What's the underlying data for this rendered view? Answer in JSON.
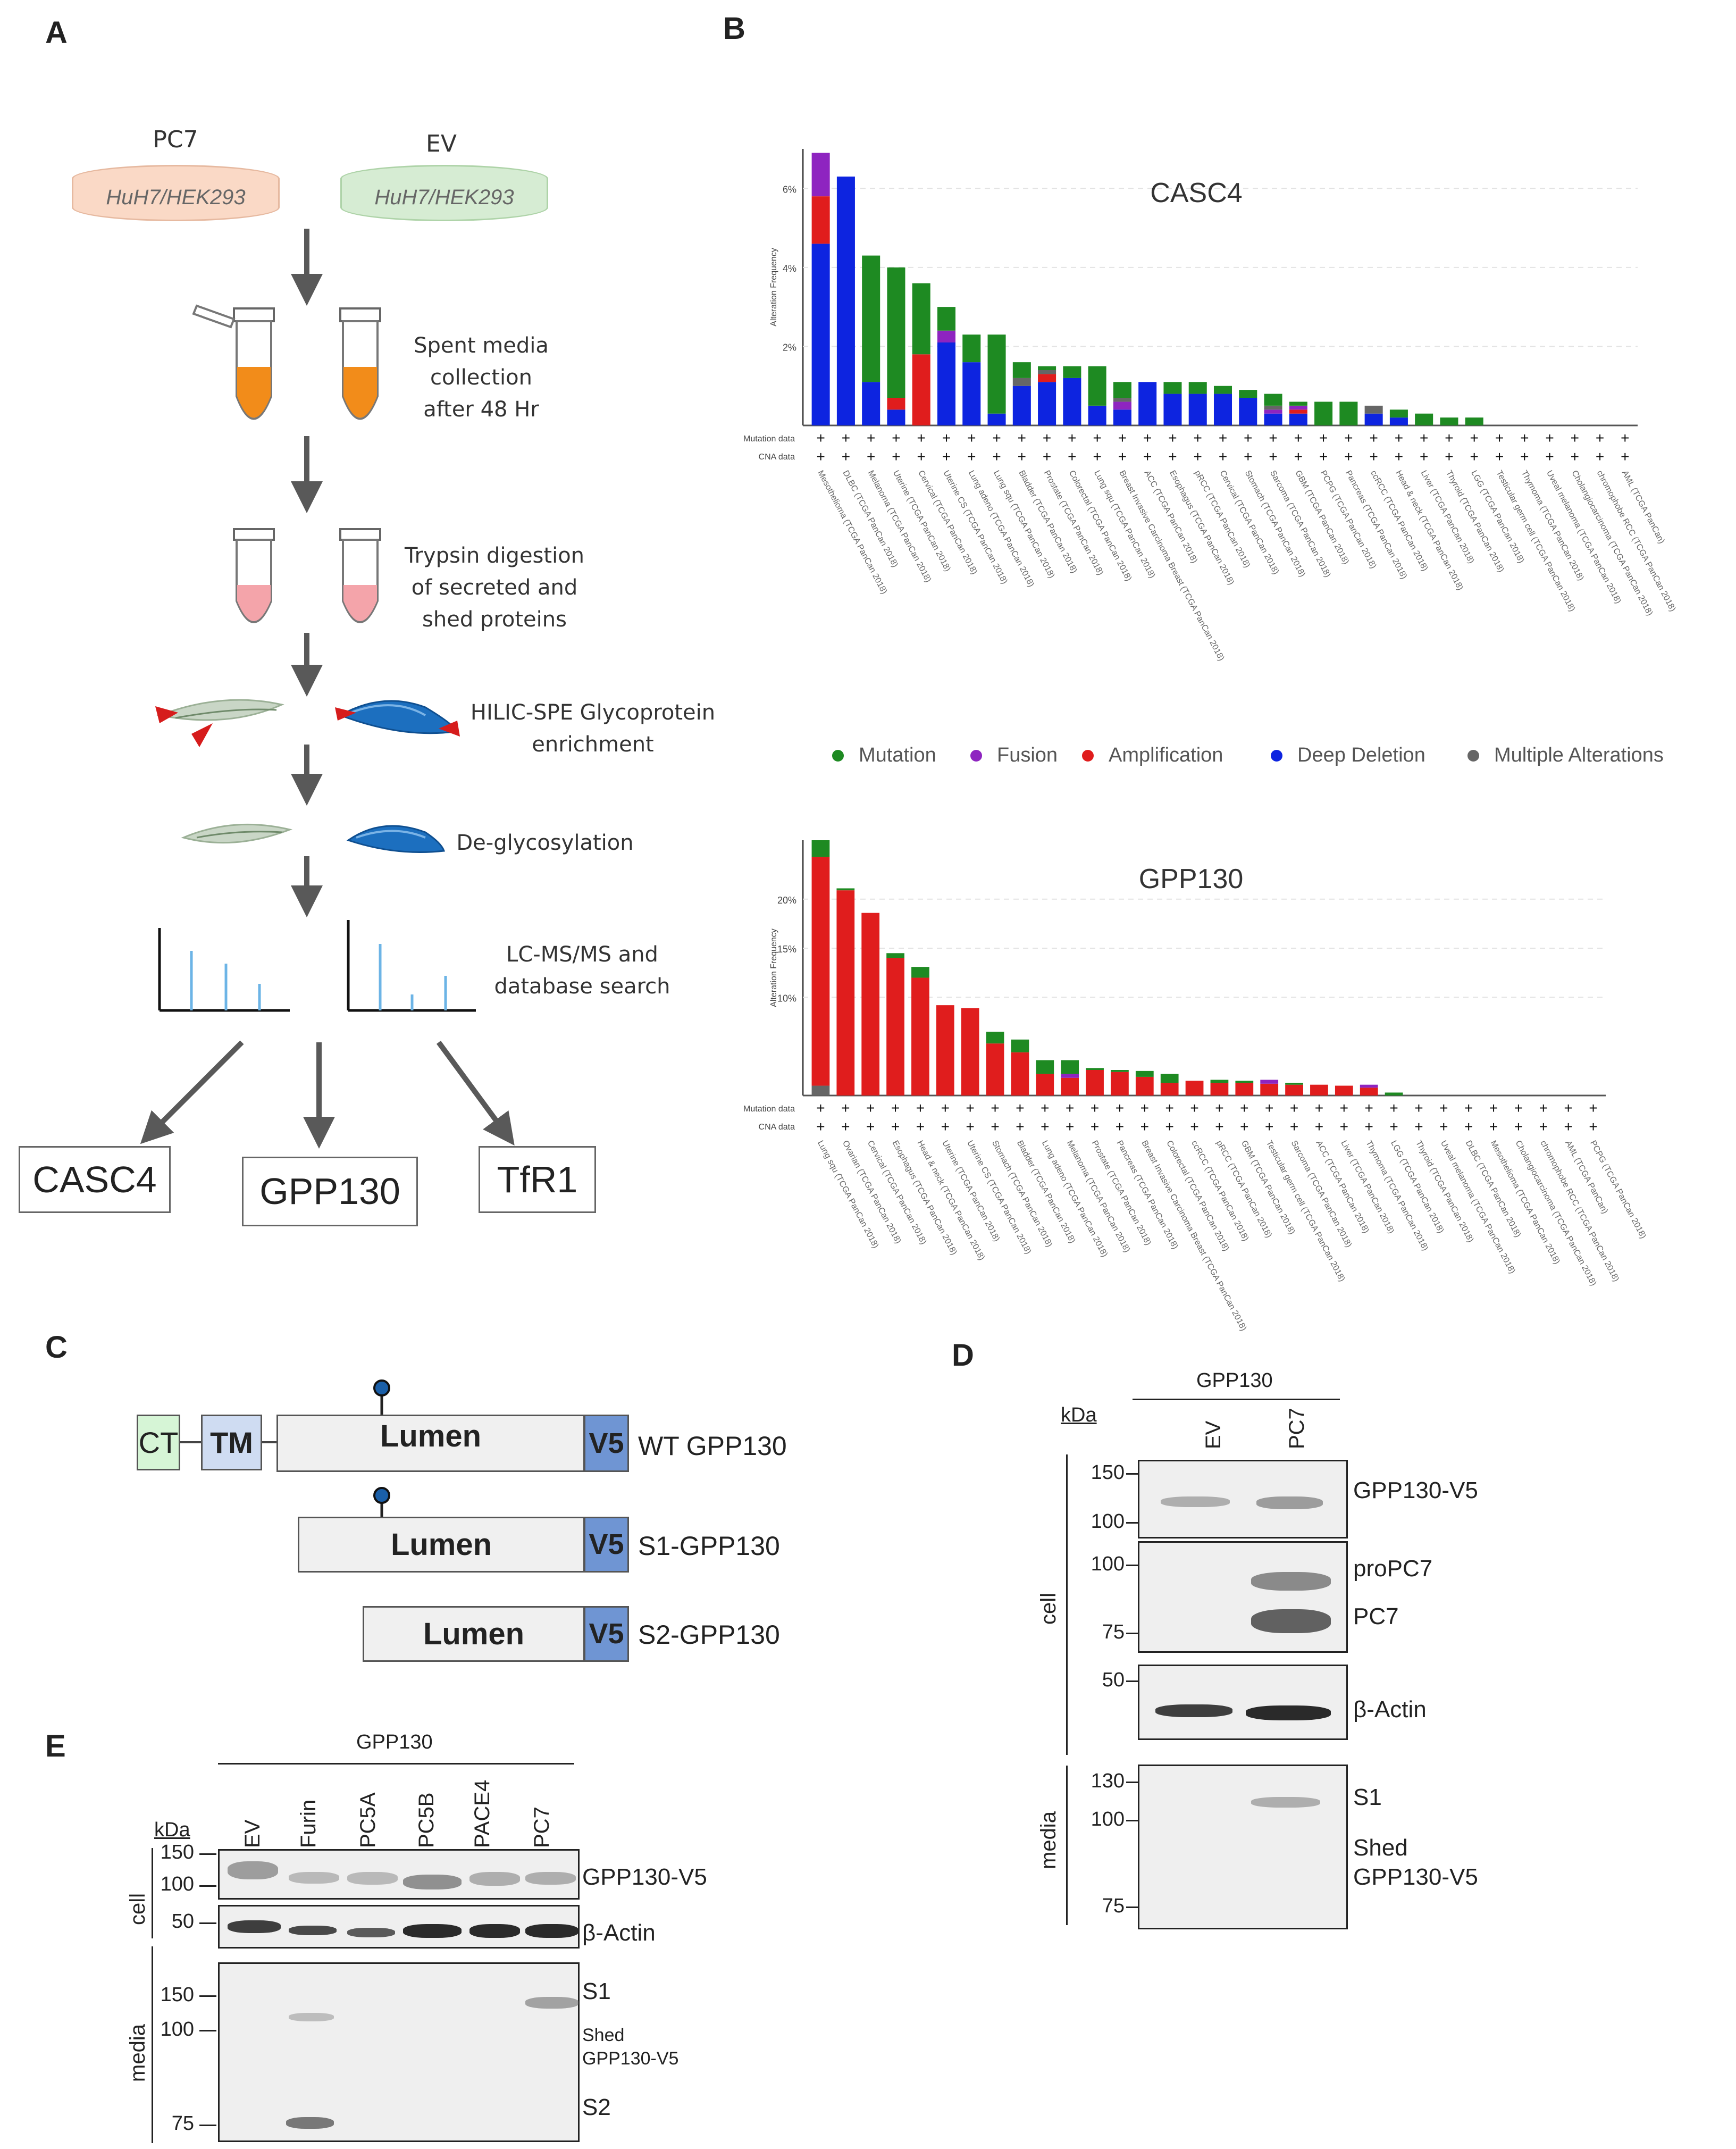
{
  "panels": {
    "a": "A",
    "b": "B",
    "c": "C",
    "d": "D",
    "e": "E"
  },
  "panelA": {
    "sample1": "PC7",
    "sample2": "EV",
    "dish_label": "HuH7/HEK293",
    "step1": [
      "Spent media",
      "collection",
      "after 48 Hr"
    ],
    "step2": [
      "Trypsin digestion",
      "of secreted and",
      "shed proteins"
    ],
    "step3": [
      "HILIC-SPE Glycoprotein",
      "enrichment"
    ],
    "step4": "De-glycosylation",
    "step5": [
      "LC-MS/MS and",
      "database search"
    ],
    "results": [
      "CASC4",
      "GPP130",
      "TfR1"
    ]
  },
  "legend": {
    "items": [
      {
        "label": "Mutation",
        "color": "#1e8a22"
      },
      {
        "label": "Fusion",
        "color": "#8e24c0"
      },
      {
        "label": "Amplification",
        "color": "#e01d1d"
      },
      {
        "label": "Deep Deletion",
        "color": "#0d24e0"
      },
      {
        "label": "Multiple Alterations",
        "color": "#666666"
      }
    ]
  },
  "chart_data": [
    {
      "type": "bar",
      "title": "CASC4",
      "ylabel": "Alteration Frequency",
      "ylim": [
        0,
        7
      ],
      "yticks": [
        "2%",
        "4%",
        "6%"
      ],
      "row_labels": [
        "Mutation data",
        "CNA data"
      ],
      "categories": [
        "Mesothelioma (TCGA PanCan 2018)",
        "DLBC (TCGA PanCan 2018)",
        "Melanoma (TCGA PanCan 2018)",
        "Uterine (TCGA PanCan 2018)",
        "Cervical (TCGA PanCan 2018)",
        "Uterine CS (TCGA PanCan 2018)",
        "Lung adeno (TCGA PanCan 2018)",
        "Lung squ (TCGA PanCan 2018)",
        "Bladder (TCGA PanCan 2018)",
        "Prostate (TCGA PanCan 2018)",
        "Colorectal (TCGA PanCan 2018)",
        "Lung squ (TCGA PanCan 2018)",
        "Breast Invasive Carcinoma Breast (TCGA PanCan 2018)",
        "ACC (TCGA PanCan 2018)",
        "Esophagus (TCGA PanCan 2018)",
        "pRCC (TCGA PanCan 2018)",
        "Cervical (TCGA PanCan 2018)",
        "Stomach (TCGA PanCan 2018)",
        "Sarcoma (TCGA PanCan 2018)",
        "GBM (TCGA PanCan 2018)",
        "PCPG (TCGA PanCan 2018)",
        "Pancreas (TCGA PanCan 2018)",
        "ccRCC (TCGA PanCan 2018)",
        "Head & neck (TCGA PanCan 2018)",
        "Liver (TCGA PanCan 2018)",
        "Thyroid (TCGA PanCan 2018)",
        "LGG (TCGA PanCan 2018)",
        "Testicular germ cell (TCGA PanCan 2018)",
        "Thymoma (TCGA PanCan 2018)",
        "Uveal melanoma (TCGA PanCan 2018)",
        "Cholangiocarcinoma (TCGA PanCan 2018)",
        "chromophobe RCC (TCGA PanCan 2018)",
        "AML (TCGA PanCan)"
      ],
      "series": [
        {
          "name": "Deep Deletion",
          "values": [
            4.6,
            6.3,
            1.1,
            0.4,
            0,
            2.1,
            1.6,
            0.3,
            1.0,
            1.1,
            1.2,
            0.5,
            0.4,
            1.1,
            0.8,
            0.8,
            0.8,
            0.7,
            0.3,
            0.3,
            0,
            0,
            0.3,
            0.2,
            0,
            0,
            0,
            0,
            0,
            0,
            0,
            0,
            0
          ]
        },
        {
          "name": "Amplification",
          "values": [
            1.2,
            0,
            0,
            0.3,
            1.8,
            0,
            0,
            0,
            0,
            0.2,
            0,
            0,
            0,
            0,
            0,
            0,
            0,
            0,
            0,
            0.1,
            0,
            0,
            0,
            0,
            0,
            0,
            0,
            0,
            0,
            0,
            0,
            0,
            0
          ]
        },
        {
          "name": "Fusion",
          "values": [
            1.1,
            0,
            0,
            0,
            0,
            0.3,
            0,
            0,
            0,
            0,
            0,
            0,
            0.2,
            0,
            0,
            0,
            0,
            0,
            0.1,
            0.1,
            0,
            0,
            0,
            0,
            0,
            0,
            0,
            0,
            0,
            0,
            0,
            0,
            0
          ]
        },
        {
          "name": "Multiple Alterations",
          "values": [
            0,
            0,
            0,
            0,
            0,
            0,
            0,
            0,
            0.2,
            0.1,
            0,
            0,
            0.1,
            0,
            0,
            0,
            0,
            0,
            0.1,
            0,
            0,
            0,
            0.2,
            0,
            0,
            0,
            0,
            0,
            0,
            0,
            0,
            0,
            0
          ]
        },
        {
          "name": "Mutation",
          "values": [
            0,
            0,
            3.2,
            3.3,
            1.8,
            0.6,
            0.7,
            2.0,
            0.4,
            0.1,
            0.3,
            1.0,
            0.4,
            0,
            0.3,
            0.3,
            0.2,
            0.2,
            0.3,
            0.1,
            0.6,
            0.6,
            0,
            0.2,
            0.3,
            0.2,
            0.2,
            0,
            0,
            0,
            0,
            0,
            0
          ]
        }
      ]
    },
    {
      "type": "bar",
      "title": "GPP130",
      "ylabel": "Alteration Frequency",
      "ylim": [
        0,
        26
      ],
      "yticks": [
        "10%",
        "15%",
        "20%"
      ],
      "row_labels": [
        "Mutation data",
        "CNA data"
      ],
      "categories": [
        "Lung squ (TCGA PanCan 2018)",
        "Ovarian (TCGA PanCan 2018)",
        "Cervical (TCGA PanCan 2018)",
        "Esophagus (TCGA PanCan 2018)",
        "Head & neck (TCGA PanCan 2018)",
        "Uterine (TCGA PanCan 2018)",
        "Uterine CS (TCGA PanCan 2018)",
        "Stomach (TCGA PanCan 2018)",
        "Bladder (TCGA PanCan 2018)",
        "Lung adeno (TCGA PanCan 2018)",
        "Melanoma (TCGA PanCan 2018)",
        "Prostate (TCGA PanCan 2018)",
        "Pancreas (TCGA PanCan 2018)",
        "Breast Invasive Carcinoma Breast (TCGA PanCan 2018)",
        "Colorectal (TCGA PanCan 2018)",
        "ccRCC (TCGA PanCan 2018)",
        "pRCC (TCGA PanCan 2018)",
        "GBM (TCGA PanCan 2018)",
        "Testicular germ cell (TCGA PanCan 2018)",
        "Sarcoma (TCGA PanCan 2018)",
        "ACC (TCGA PanCan 2018)",
        "Liver (TCGA PanCan 2018)",
        "Thymoma (TCGA PanCan 2018)",
        "LGG (TCGA PanCan 2018)",
        "Thyroid (TCGA PanCan 2018)",
        "Uveal melanoma (TCGA PanCan 2018)",
        "DLBC (TCGA PanCan 2018)",
        "Mesothelioma (TCGA PanCan 2018)",
        "Cholangiocarcinoma (TCGA PanCan 2018)",
        "chromophobe RCC (TCGA PanCan 2018)",
        "AML (TCGA PanCan)",
        "PCPG (TCGA PanCan 2018)"
      ],
      "series": [
        {
          "name": "Multiple Alterations",
          "values": [
            1.0,
            0,
            0,
            0,
            0,
            0,
            0,
            0,
            0,
            0,
            0,
            0,
            0,
            0,
            0,
            0,
            0,
            0,
            0,
            0,
            0,
            0,
            0,
            0,
            0,
            0,
            0,
            0,
            0,
            0,
            0,
            0
          ]
        },
        {
          "name": "Amplification",
          "values": [
            23.3,
            20.9,
            18.6,
            14.0,
            12.0,
            9.2,
            8.9,
            5.3,
            4.4,
            2.2,
            1.8,
            2.6,
            2.4,
            1.9,
            1.3,
            1.5,
            1.3,
            1.3,
            1.2,
            1.1,
            1.1,
            1.0,
            0.8,
            0,
            0,
            0,
            0,
            0,
            0,
            0,
            0,
            0
          ]
        },
        {
          "name": "Fusion",
          "values": [
            0,
            0,
            0,
            0,
            0,
            0,
            0,
            0,
            0,
            0,
            0.4,
            0,
            0,
            0,
            0,
            0,
            0,
            0,
            0.4,
            0,
            0,
            0,
            0.3,
            0,
            0,
            0,
            0,
            0,
            0,
            0,
            0,
            0
          ]
        },
        {
          "name": "Mutation",
          "values": [
            1.7,
            0.2,
            0,
            0.5,
            1.1,
            0,
            0,
            1.2,
            1.3,
            1.4,
            1.4,
            0.2,
            0.2,
            0.6,
            0.9,
            0,
            0.3,
            0.2,
            0,
            0.2,
            0,
            0,
            0,
            0.3,
            0,
            0,
            0,
            0,
            0,
            0,
            0,
            0
          ]
        }
      ]
    }
  ],
  "panelC": {
    "ct": "CT",
    "tm": "TM",
    "lumen": "Lumen",
    "v5": "V5",
    "constructs": [
      "WT GPP130",
      "S1-GPP130",
      "S2-GPP130"
    ]
  },
  "panelD": {
    "header": "GPP130",
    "kda": "kDa",
    "lanes": [
      "EV",
      "PC7"
    ],
    "cell": "cell",
    "media": "media",
    "blot1_ticks": [
      "150",
      "100"
    ],
    "blot1_label": "GPP130-V5",
    "blot2_ticks": [
      "100",
      "75"
    ],
    "blot2_labels": [
      "proPC7",
      "PC7"
    ],
    "blot3_ticks": [
      "50"
    ],
    "blot3_label": "β-Actin",
    "blot4_ticks": [
      "130",
      "100",
      "75"
    ],
    "blot4_labels": [
      "S1",
      "Shed",
      "GPP130-V5"
    ]
  },
  "panelE": {
    "header": "GPP130",
    "kda": "kDa",
    "lanes": [
      "EV",
      "Furin",
      "PC5A",
      "PC5B",
      "PACE4",
      "PC7"
    ],
    "cell": "cell",
    "media": "media",
    "blot1_ticks": [
      "150",
      "100"
    ],
    "blot1_label": "GPP130-V5",
    "blot2_ticks": [
      "50"
    ],
    "blot2_label": "β-Actin",
    "blot3_ticks": [
      "150",
      "100",
      "75"
    ],
    "blot3_labels": [
      "S1",
      "Shed",
      "GPP130-V5",
      "S2"
    ]
  }
}
